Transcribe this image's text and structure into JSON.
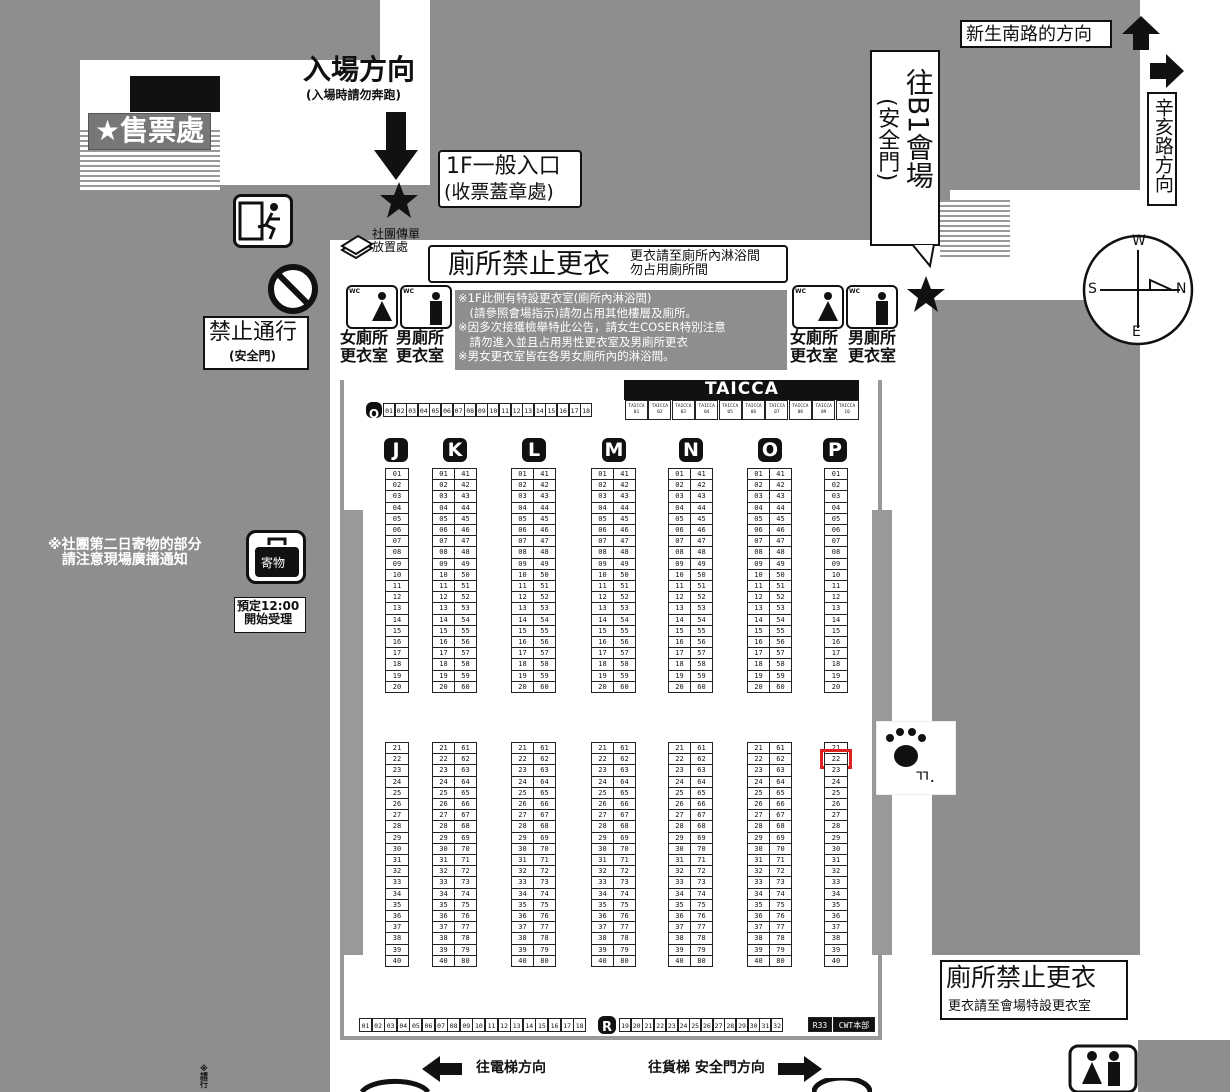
{
  "labels": {
    "ticket": "★售票處",
    "entry_dir": "入場方向",
    "entry_note": "(入場時請勿奔跑)",
    "entrance": "1F一般入口",
    "entrance_note": "(收票蓋章處)",
    "flyer": "社團傳單\n放置處",
    "no_change": "廁所禁止更衣",
    "no_change_note": "更衣請至廁所內淋浴間\n勿占用廁所間",
    "notes": "※1F此側有特設更衣室(廁所內淋浴間)\n　(請參照會場指示)請勿占用其他樓層及廁所。\n※因多次接獲檢舉特此公告，請女生COSER特別注意\n　請勿進入並且占用男性更衣室及男廁所更衣\n※男女更衣室皆在各男女廁所內的淋浴間。",
    "no_pass": "禁止通行",
    "no_pass_note": "(安全門)",
    "women": "女廁所\n更衣室",
    "men": "男廁所\n更衣室",
    "b1": "往B1會場",
    "b1_note": "(安全門)",
    "xinsheng": "新生南路的方向",
    "xinhai": "辛亥路方向",
    "storage_note": "※社團第二日寄物的部分\n請注意現場廣播通知",
    "storage": "寄物",
    "storage_time": "預定12:00\n開始受理",
    "taicca": "TAICCA",
    "elevator": "往電梯方向",
    "freight": "往貨梯 安全門方向",
    "no_change2": "廁所禁止更衣",
    "no_change2_note": "更衣請至會場特設更衣室",
    "compass_w": "W",
    "compass_n": "N",
    "compass_s": "S",
    "compass_e": "E",
    "side_note": "※\n請\n行",
    "wc": "WC",
    "paw_mark": "ㄲ."
  },
  "grid": {
    "columns": [
      "J",
      "K",
      "L",
      "M",
      "N",
      "O",
      "P"
    ],
    "top_strip_letter": "Q",
    "top_strip": [
      "01",
      "02",
      "03",
      "04",
      "05",
      "06",
      "07",
      "08",
      "09",
      "10",
      "11",
      "12",
      "13",
      "14",
      "15",
      "16",
      "17",
      "18"
    ],
    "taicca_strip": [
      "TAICCA\n01",
      "TAICCA\n02",
      "TAICCA\n03",
      "TAICCA\n04",
      "TAICCA\n05",
      "TAICCA\n06",
      "TAICCA\n07",
      "TAICCA\n08",
      "TAICCA\n09",
      "TAICCA\n10"
    ],
    "bottom_strip_left": [
      "01",
      "02",
      "03",
      "04",
      "05",
      "06",
      "07",
      "08",
      "09",
      "10",
      "11",
      "12",
      "13",
      "14",
      "15",
      "16",
      "17",
      "18"
    ],
    "bottom_strip_letter": "R",
    "bottom_strip_right": [
      "19",
      "20",
      "21",
      "22",
      "23",
      "24",
      "25",
      "26",
      "27",
      "28",
      "29",
      "30",
      "31",
      "32"
    ],
    "r33": "R33",
    "cwt": "CWT本部",
    "highlight": "P22"
  },
  "colors": {
    "highlight": "#e02020",
    "gray": "#8e8e8e"
  }
}
